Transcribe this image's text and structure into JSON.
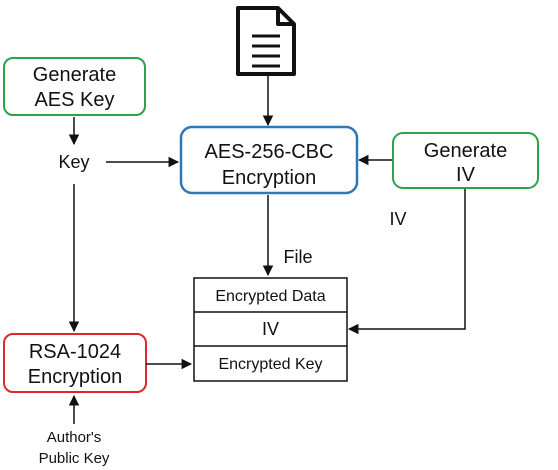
{
  "colors": {
    "green": "#2ca24a",
    "blue": "#2f78b7",
    "red": "#e0262c",
    "black": "#111111"
  },
  "nodes": {
    "generate_aes_key": {
      "line1": "Generate",
      "line2": "AES Key"
    },
    "aes_encryption": {
      "line1": "AES-256-CBC",
      "line2": "Encryption"
    },
    "generate_iv": {
      "line1": "Generate",
      "line2": "IV"
    },
    "rsa_encryption": {
      "line1": "RSA-1024",
      "line2": "Encryption"
    }
  },
  "labels": {
    "key": "Key",
    "iv": "IV",
    "file": "File",
    "author_line1": "Author's",
    "author_line2": "Public Key"
  },
  "output_table": {
    "rows": [
      "Encrypted Data",
      "IV",
      "Encrypted Key"
    ]
  },
  "icons": {
    "document": "document-icon"
  }
}
